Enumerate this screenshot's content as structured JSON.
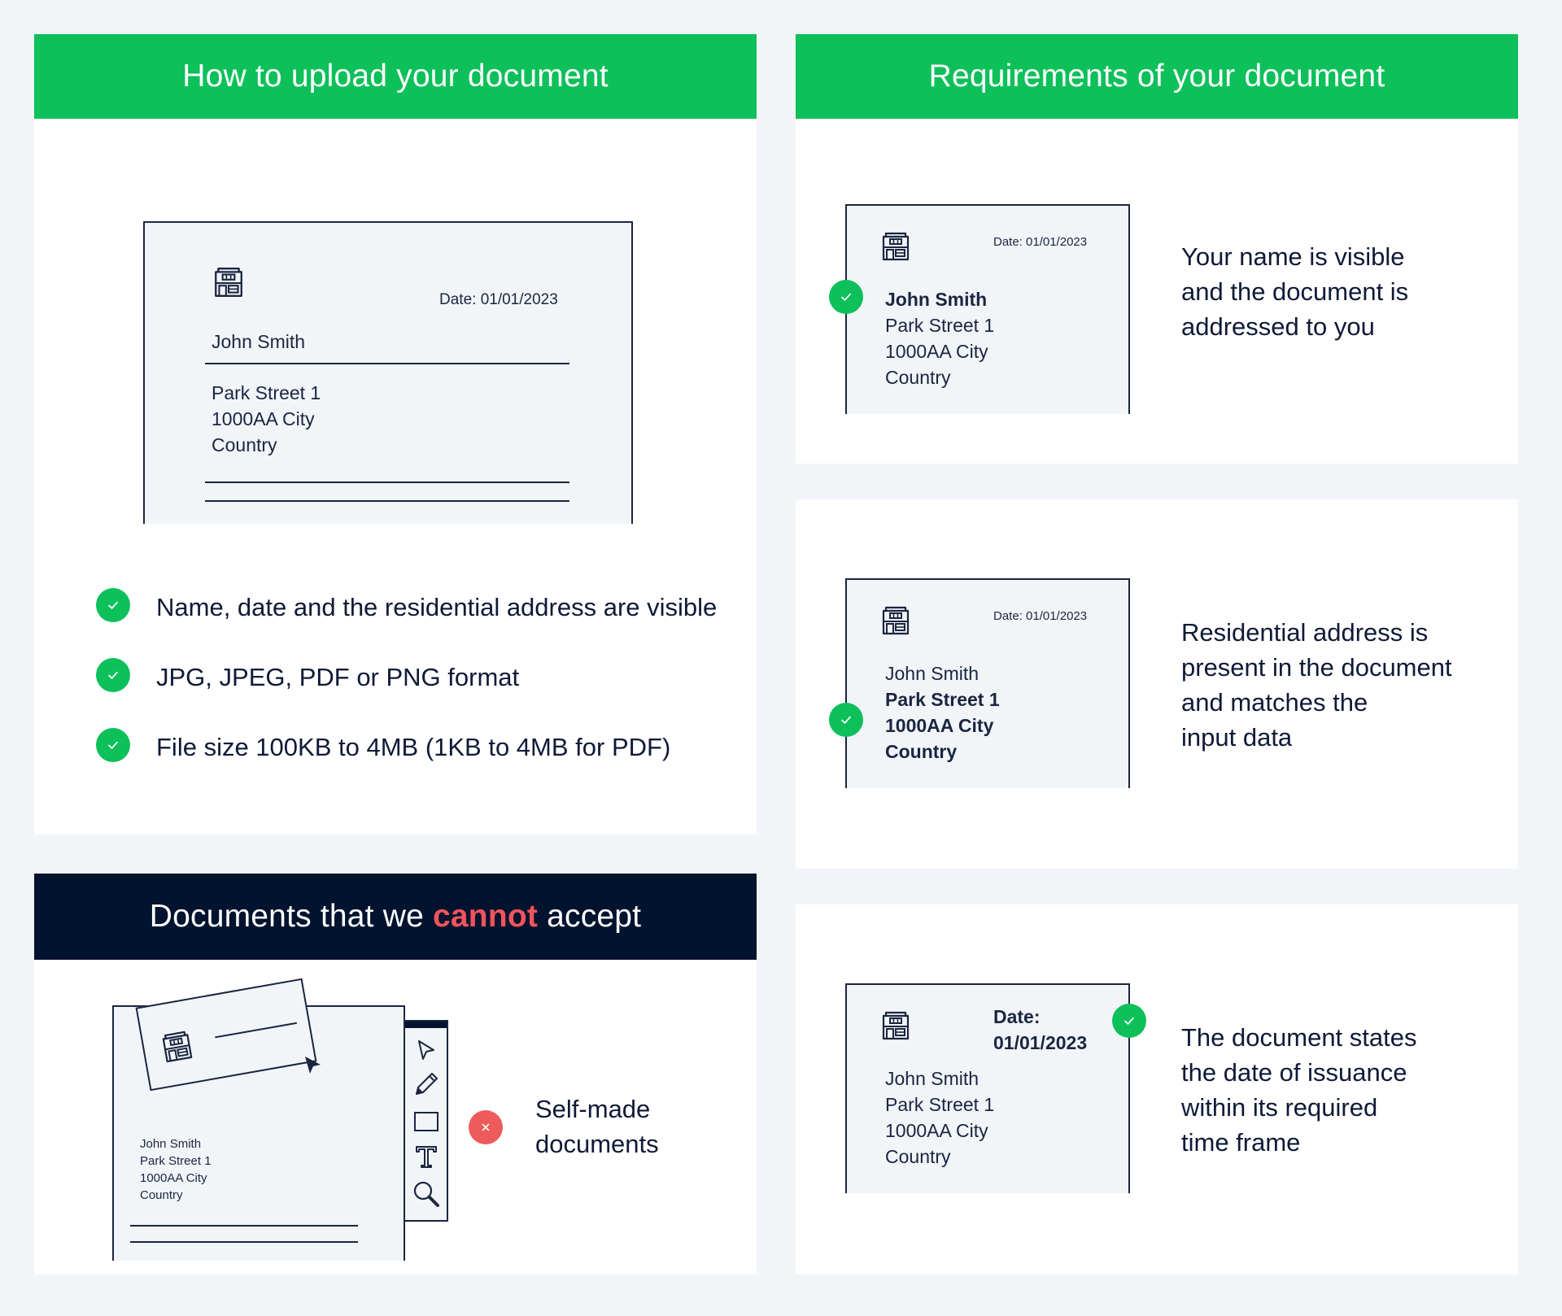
{
  "upload": {
    "title": "How to upload your document",
    "doc": {
      "date": "Date: 01/01/2023",
      "name": "John Smith",
      "street": "Park Street 1",
      "city": "1000AA  City",
      "country": "Country"
    },
    "bullets": [
      "Name, date and the residential address are visible",
      "JPG, JPEG, PDF or PNG format",
      "File size 100KB to 4MB (1KB to 4MB for PDF)"
    ]
  },
  "reject": {
    "title_before": "Documents that we ",
    "title_highlight": "cannot",
    "title_after": " accept",
    "doc": {
      "name": "John Smith",
      "street": "Park Street 1",
      "city": "1000AA  City",
      "country": "Country"
    },
    "label_line1": "Self-made",
    "label_line2": "documents"
  },
  "requirements": {
    "title": "Requirements of your document",
    "items": [
      {
        "doc": {
          "date": "Date: 01/01/2023",
          "name": "John Smith",
          "street": "Park Street 1",
          "city": "1000AA  City",
          "country": "Country"
        },
        "text": [
          "Your name is visible",
          "and the document is",
          "addressed to you"
        ]
      },
      {
        "doc": {
          "date": "Date: 01/01/2023",
          "name": "John Smith",
          "street": "Park Street 1",
          "city": "1000AA  City",
          "country": "Country"
        },
        "text": [
          "Residential address is",
          "present in the document",
          "and matches the",
          "input data"
        ]
      },
      {
        "doc": {
          "date_label": "Date:",
          "date_value": "01/01/2023",
          "name": "John Smith",
          "street": "Park Street 1",
          "city": "1000AA  City",
          "country": "Country"
        },
        "text": [
          "The document states",
          "the date of issuance",
          "within its required",
          "time frame"
        ]
      }
    ]
  },
  "colors": {
    "green": "#0dc05a",
    "navy": "#01132e",
    "red": "#f2545b",
    "background": "#f2f5f8"
  },
  "icons": [
    "house-icon",
    "check-icon",
    "close-icon",
    "cursor-icon",
    "pencil-icon",
    "rectangle-icon",
    "text-tool-icon",
    "magnifier-icon"
  ]
}
